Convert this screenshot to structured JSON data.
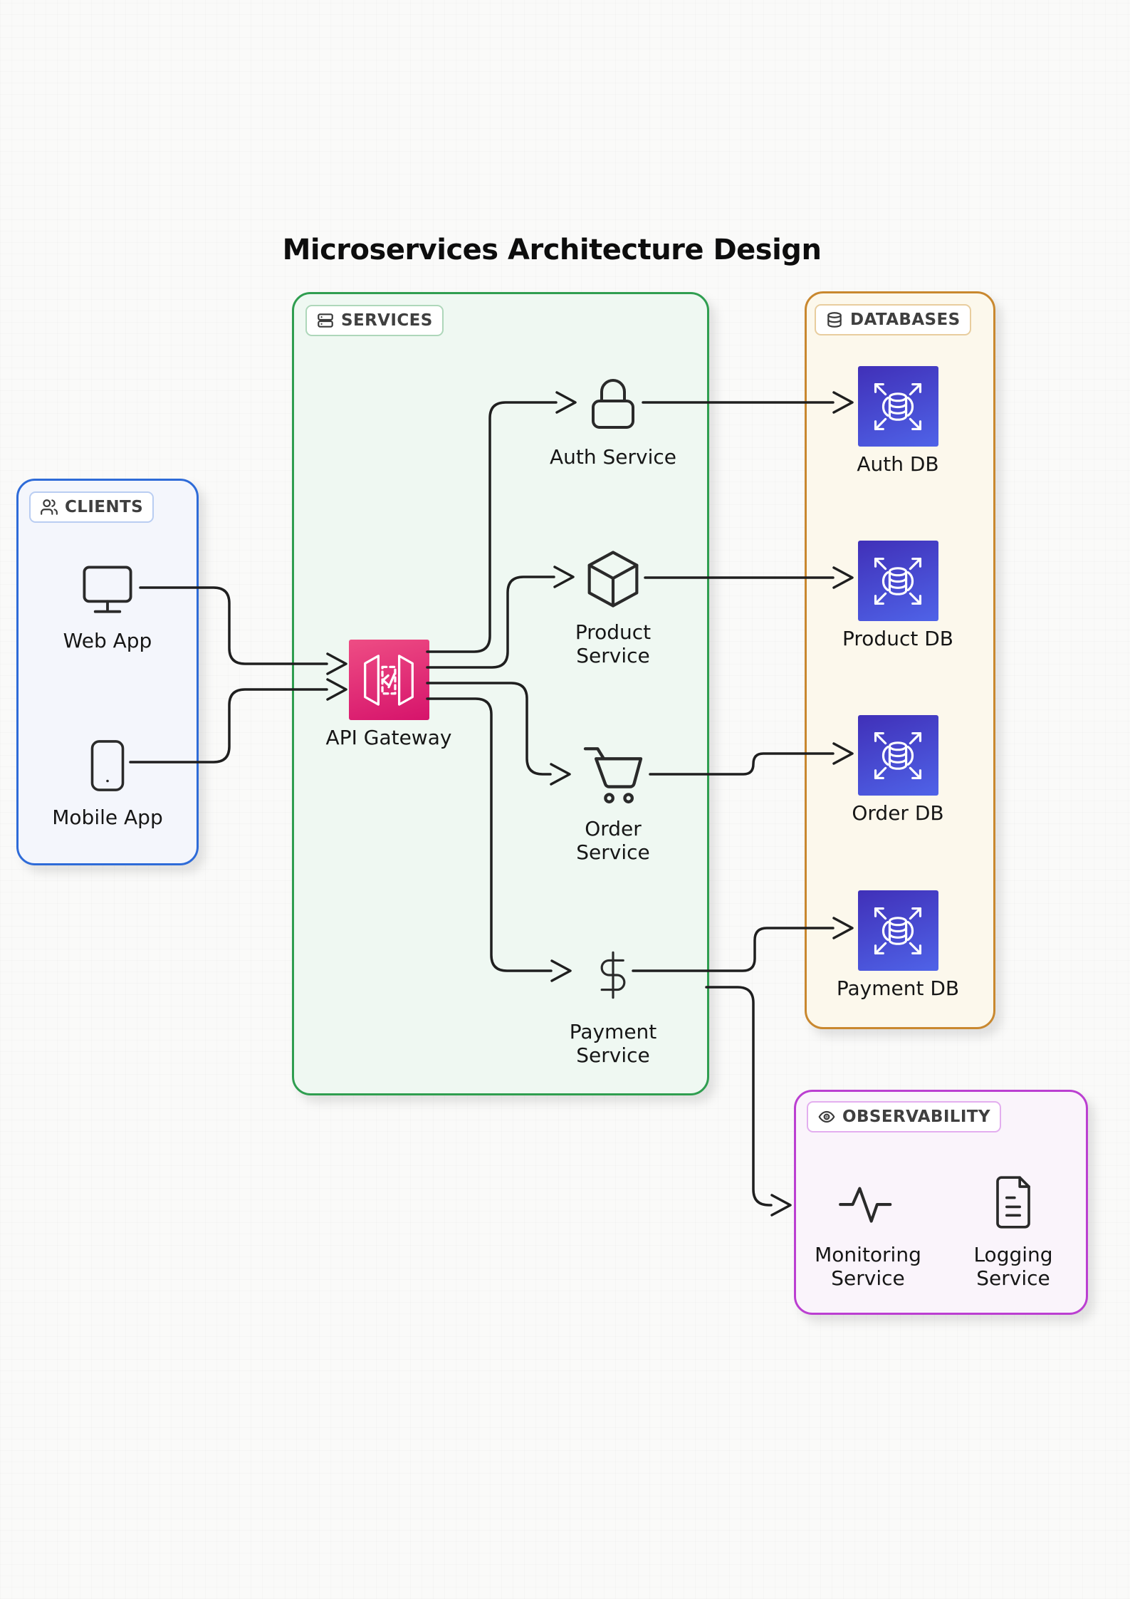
{
  "title": "Microservices Architecture Design",
  "colors": {
    "clients_border": "#2e6bd8",
    "services_border": "#2f9e50",
    "databases_border": "#c9882f",
    "observability_border": "#bb3fd1",
    "gateway_gradient": [
      "#ee4d84",
      "#d6136b"
    ],
    "database_icon_gradient": [
      "#4030b8",
      "#4f63e8"
    ],
    "wire": "#1f1f1f"
  },
  "groups": {
    "clients": {
      "label": "CLIENTS",
      "icon": "users-icon",
      "nodes": [
        {
          "id": "web-app",
          "label": "Web App",
          "icon": "monitor-icon"
        },
        {
          "id": "mobile-app",
          "label": "Mobile App",
          "icon": "smartphone-icon"
        }
      ]
    },
    "services": {
      "label": "SERVICES",
      "icon": "server-stack-icon",
      "gateway": {
        "id": "api-gateway",
        "label": "API Gateway",
        "icon": "api-gateway-icon"
      },
      "nodes": [
        {
          "id": "auth-service",
          "label": "Auth Service",
          "icon": "lock-icon"
        },
        {
          "id": "product-service",
          "label": "Product\nService",
          "icon": "cube-icon"
        },
        {
          "id": "order-service",
          "label": "Order\nService",
          "icon": "shopping-cart-icon"
        },
        {
          "id": "payment-service",
          "label": "Payment\nService",
          "icon": "dollar-icon"
        }
      ]
    },
    "databases": {
      "label": "DATABASES",
      "icon": "database-icon",
      "nodes": [
        {
          "id": "auth-db",
          "label": "Auth DB",
          "icon": "scalable-database-icon"
        },
        {
          "id": "product-db",
          "label": "Product DB",
          "icon": "scalable-database-icon"
        },
        {
          "id": "order-db",
          "label": "Order DB",
          "icon": "scalable-database-icon"
        },
        {
          "id": "payment-db",
          "label": "Payment DB",
          "icon": "scalable-database-icon"
        }
      ]
    },
    "observability": {
      "label": "OBSERVABILITY",
      "icon": "eye-icon",
      "nodes": [
        {
          "id": "monitoring-service",
          "label": "Monitoring\nService",
          "icon": "activity-icon"
        },
        {
          "id": "logging-service",
          "label": "Logging\nService",
          "icon": "file-text-icon"
        }
      ]
    }
  },
  "edges": [
    {
      "from": "Web App",
      "to": "API Gateway"
    },
    {
      "from": "Mobile App",
      "to": "API Gateway"
    },
    {
      "from": "API Gateway",
      "to": "Auth Service"
    },
    {
      "from": "API Gateway",
      "to": "Product Service"
    },
    {
      "from": "API Gateway",
      "to": "Order Service"
    },
    {
      "from": "API Gateway",
      "to": "Payment Service"
    },
    {
      "from": "Auth Service",
      "to": "Auth DB"
    },
    {
      "from": "Product Service",
      "to": "Product DB"
    },
    {
      "from": "Order Service",
      "to": "Order DB"
    },
    {
      "from": "Payment Service",
      "to": "Payment DB"
    },
    {
      "from": "Payment Service",
      "to": "Observability"
    }
  ]
}
